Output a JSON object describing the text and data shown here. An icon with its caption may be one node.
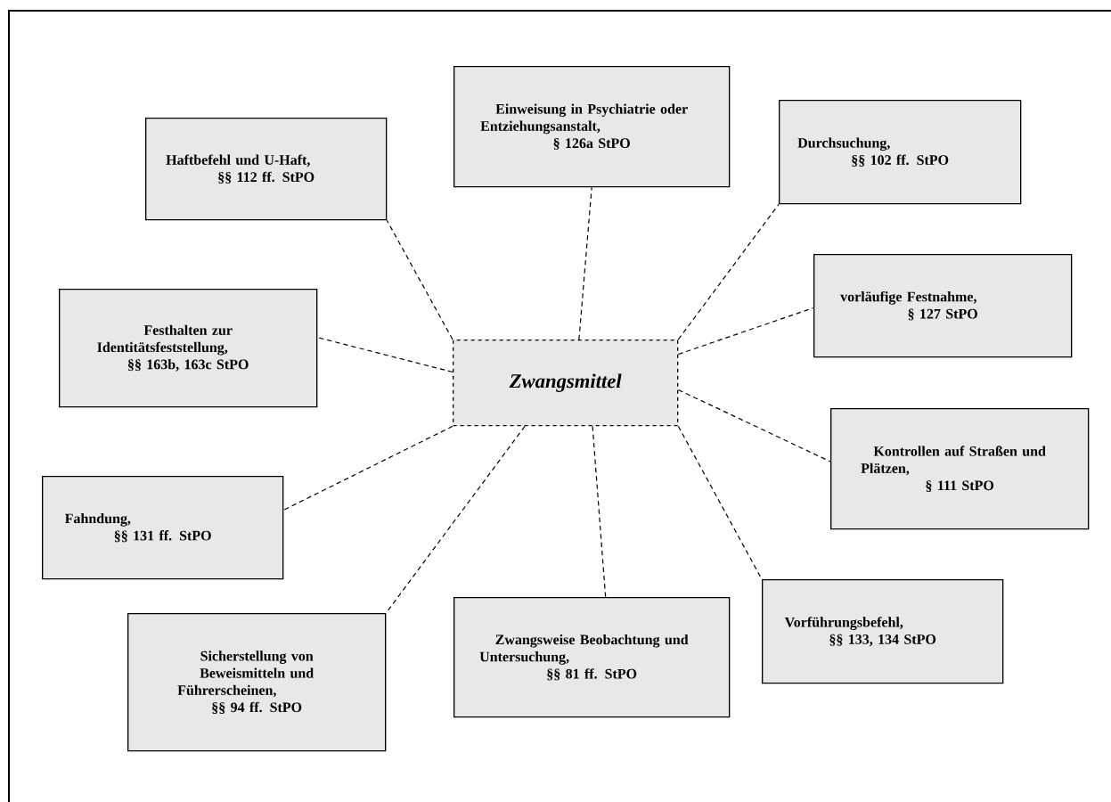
{
  "diagram": {
    "nodes": [
      {
        "text": [
          "Zwangsmittel"
        ]
      },
      {
        "text": [
          "Haftbefehl und U-Haft, §§ 112 ff. StPO"
        ]
      },
      {
        "text": [
          "Einweisung in Psychiatrie oder Entziehungsanstalt, § 126a StPO"
        ]
      },
      {
        "text": [
          "Durchsuchung, §§ 102 ff. StPO"
        ]
      },
      {
        "text": [
          "Festhalten zur Identitätsfeststellung, §§ 163b, 163c StPO"
        ]
      },
      {
        "text": [
          "vorläufige Festnahme, § 127 StPO"
        ]
      },
      {
        "text": [
          "Kontrollen auf Straßen und Plätzen, § 111 StPO"
        ]
      },
      {
        "text": [
          "Fahndung, §§ 131 ff. StPO"
        ]
      },
      {
        "text": [
          "Sicherstellung von Beweismitteln und Führerscheinen, §§ 94 ff. StPO"
        ]
      },
      {
        "text": [
          "Zwangsweise Beobachtung und Untersuchung, §§ 81 ff. StPO"
        ]
      },
      {
        "text": [
          "Vorführungsbefehl, §§ 133, 134 StPO"
        ]
      }
    ],
    "edges": [
      {
        "from": 0,
        "to": 1,
        "arrow": "none",
        "style": "dashed"
      },
      {
        "from": 0,
        "to": 2,
        "arrow": "none",
        "style": "dashed"
      },
      {
        "from": 0,
        "to": 3,
        "arrow": "none",
        "style": "dashed"
      },
      {
        "from": 0,
        "to": 4,
        "arrow": "none",
        "style": "dashed"
      },
      {
        "from": 0,
        "to": 5,
        "arrow": "none",
        "style": "dashed"
      },
      {
        "from": 0,
        "to": 6,
        "arrow": "none",
        "style": "dashed"
      },
      {
        "from": 0,
        "to": 7,
        "arrow": "none",
        "style": "dashed"
      },
      {
        "from": 0,
        "to": 8,
        "arrow": "none",
        "style": "dashed"
      },
      {
        "from": 0,
        "to": 9,
        "arrow": "none",
        "style": "dashed"
      },
      {
        "from": 0,
        "to": 10,
        "arrow": "none",
        "style": "dashed"
      }
    ]
  }
}
